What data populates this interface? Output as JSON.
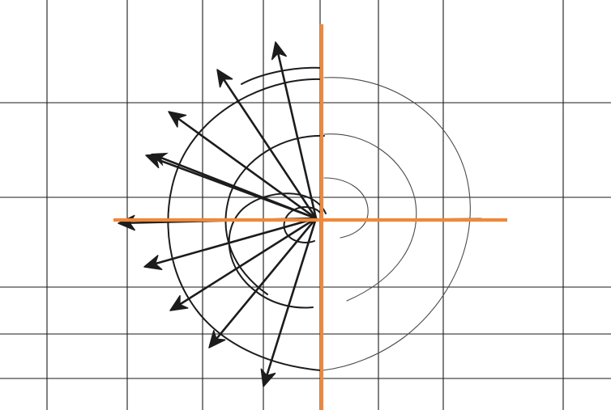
{
  "diagram": {
    "kind": "hand-drawn spiral with radiating arrows on a grid",
    "colors": {
      "background": "#ffffff",
      "grid": "#1a1a1a",
      "ink": "#1c1c1c",
      "faint_ink": "#4a4a4a",
      "axis": "#f0883a"
    },
    "arrow_count": 10,
    "arrow_head_icon": "arrowhead-icon",
    "spiral": {
      "turns": 2.25,
      "direction": "counter-clockwise-outward",
      "dark_half": "left",
      "faint_half": "right"
    }
  }
}
